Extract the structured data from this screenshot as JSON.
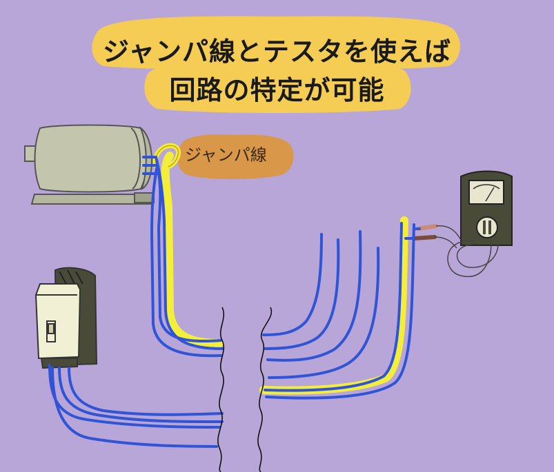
{
  "title": {
    "line1": "ジャンパ線とテスタを使えば",
    "line2": "回路の特定が可能"
  },
  "jumper_label": "ジャンパ線",
  "colors": {
    "background": "#b8a6d8",
    "title_highlight": "#f5cd55",
    "label_bubble": "#d9974a",
    "wire_blue": "#2f55d6",
    "wire_yellow": "#f2ee3a",
    "motor_body": "#c3c6ad",
    "breaker": "#f2f0d4",
    "tester": "#4a4a38"
  },
  "icons": [
    "motor-icon",
    "breaker-icon",
    "tester-icon",
    "jumper-wire-icon"
  ]
}
